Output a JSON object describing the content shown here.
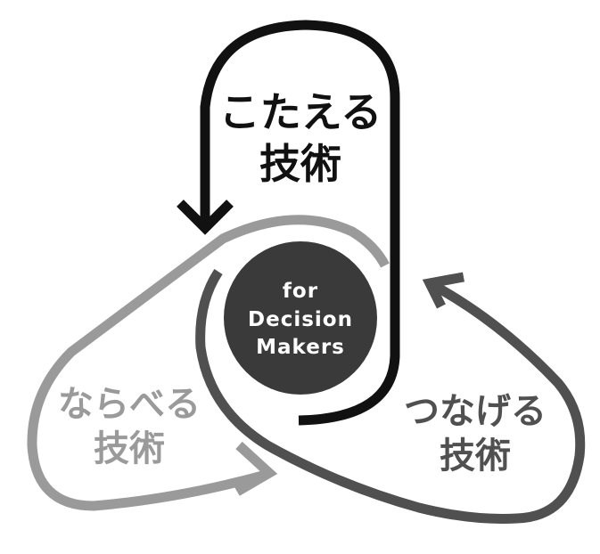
{
  "colors": {
    "top_loop": "#111111",
    "left_loop": "#9a9a9a",
    "right_loop": "#505050",
    "center_circle": "#3a3a3a",
    "center_text": "#ffffff",
    "background": "#ffffff"
  },
  "top": {
    "line1": "こたえる",
    "line2": "技術"
  },
  "left": {
    "line1": "ならべる",
    "line2": "技術"
  },
  "right": {
    "line1": "つなげる",
    "line2": "技術"
  },
  "center": {
    "line1": "for",
    "line2": "Decision",
    "line3": "Makers"
  }
}
